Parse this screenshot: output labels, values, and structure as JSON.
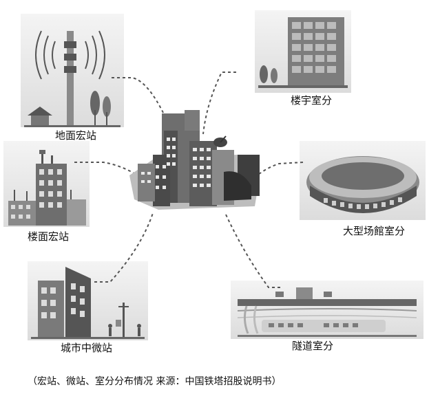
{
  "nodes": {
    "ground_macro": "地面宏站",
    "building_indoor": "楼宇室分",
    "rooftop_macro": "楼面宏站",
    "venue_indoor": "大型场館室分",
    "urban_micro": "城市中微站",
    "tunnel_indoor": "隧道室分"
  },
  "caption": "（宏站、微站、室分分布情况   来源：中国铁塔招股说明书）"
}
